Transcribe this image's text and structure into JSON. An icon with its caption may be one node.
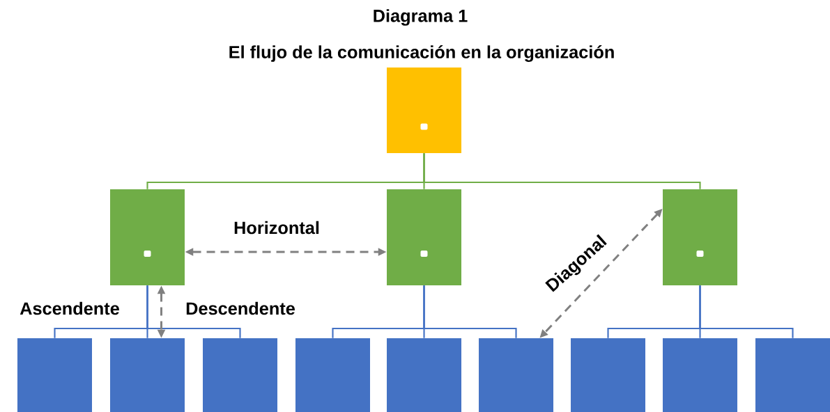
{
  "diagram": {
    "title": "Diagrama 1",
    "caption": "El flujo de la comunicación en la organización",
    "nodes": [
      {
        "text": [],
        "shape": "box"
      },
      {
        "text": [],
        "shape": "box"
      },
      {
        "text": [],
        "shape": "box"
      },
      {
        "text": [],
        "shape": "box"
      },
      {
        "text": [],
        "shape": "box"
      },
      {
        "text": [],
        "shape": "box"
      },
      {
        "text": [],
        "shape": "box"
      },
      {
        "text": [],
        "shape": "box"
      },
      {
        "text": [],
        "shape": "box"
      },
      {
        "text": [],
        "shape": "box"
      },
      {
        "text": [],
        "shape": "box"
      },
      {
        "text": [],
        "shape": "box"
      },
      {
        "text": [],
        "shape": "box"
      }
    ],
    "edges": [
      {
        "from": 0,
        "to": 1,
        "arrow": "none",
        "color": "#70ad47"
      },
      {
        "from": 0,
        "to": 2,
        "arrow": "none",
        "color": "#70ad47"
      },
      {
        "from": 0,
        "to": 3,
        "arrow": "none",
        "color": "#70ad47"
      },
      {
        "from": 1,
        "to": 4,
        "arrow": "none",
        "color": "#4472c4"
      },
      {
        "from": 1,
        "to": 5,
        "arrow": "none",
        "color": "#4472c4"
      },
      {
        "from": 1,
        "to": 6,
        "arrow": "none",
        "color": "#4472c4"
      },
      {
        "from": 2,
        "to": 7,
        "arrow": "none",
        "color": "#4472c4"
      },
      {
        "from": 2,
        "to": 8,
        "arrow": "none",
        "color": "#4472c4"
      },
      {
        "from": 2,
        "to": 9,
        "arrow": "none",
        "color": "#4472c4"
      },
      {
        "from": 3,
        "to": 10,
        "arrow": "none",
        "color": "#4472c4"
      },
      {
        "from": 3,
        "to": 11,
        "arrow": "none",
        "color": "#4472c4"
      },
      {
        "from": 3,
        "to": 12,
        "arrow": "none",
        "color": "#4472c4"
      },
      {
        "from": 1,
        "to": 2,
        "arrow": "both",
        "style": "dashed",
        "color": "#808080",
        "label": "Horizontal"
      },
      {
        "from": 1,
        "to": 5,
        "arrow": "both",
        "style": "dashed",
        "color": "#808080"
      },
      {
        "from": 3,
        "to": 9,
        "arrow": "both",
        "style": "dashed",
        "color": "#808080",
        "label": "Diagonal"
      }
    ],
    "labels": [
      "Ascendente",
      "Descendente"
    ]
  }
}
